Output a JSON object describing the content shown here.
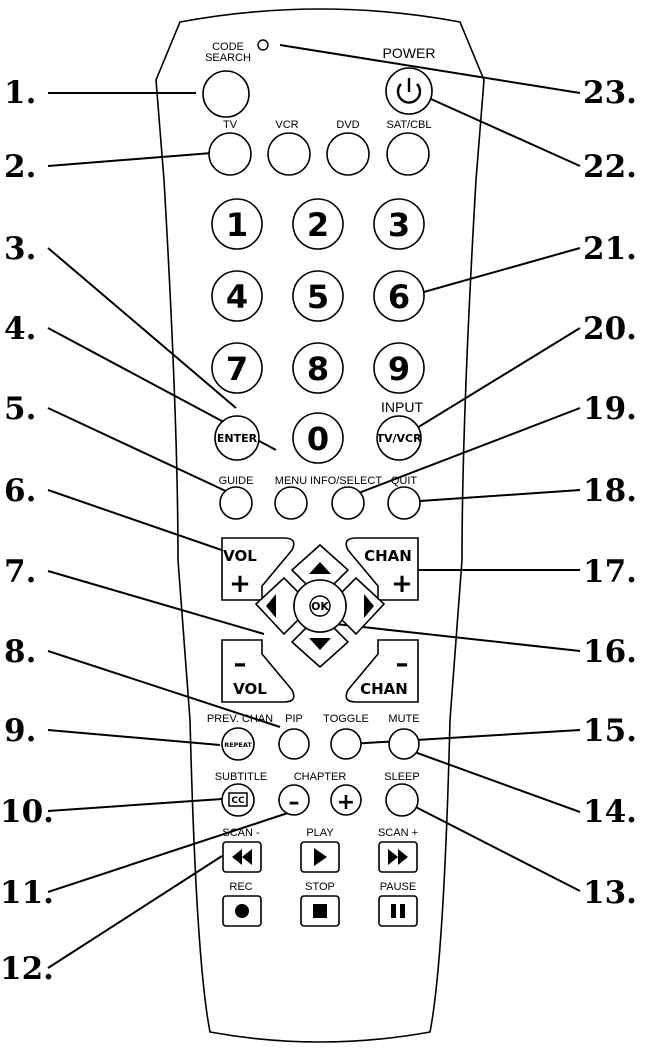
{
  "callouts": [
    {
      "n": "1."
    },
    {
      "n": "2."
    },
    {
      "n": "3."
    },
    {
      "n": "4."
    },
    {
      "n": "5."
    },
    {
      "n": "6."
    },
    {
      "n": "7."
    },
    {
      "n": "8."
    },
    {
      "n": "9."
    },
    {
      "n": "10."
    },
    {
      "n": "11."
    },
    {
      "n": "12."
    },
    {
      "n": "23."
    },
    {
      "n": "22."
    },
    {
      "n": "21."
    },
    {
      "n": "20."
    },
    {
      "n": "19."
    },
    {
      "n": "18."
    },
    {
      "n": "17."
    },
    {
      "n": "16."
    },
    {
      "n": "15."
    },
    {
      "n": "14."
    },
    {
      "n": "13."
    }
  ],
  "labels": {
    "code_search_1": "CODE",
    "code_search_2": "SEARCH",
    "power": "POWER",
    "tv": "TV",
    "vcr": "VCR",
    "dvd": "DVD",
    "satcbl": "SAT/CBL",
    "input": "INPUT",
    "guide": "GUIDE",
    "menu": "MENU",
    "info_select": "INFO/SELECT",
    "quit": "QUIT",
    "prev_chan": "PREV. CHAN",
    "pip": "PIP",
    "toggle": "TOGGLE",
    "mute": "MUTE",
    "subtitle": "SUBTITLE",
    "chapter": "CHAPTER",
    "sleep": "SLEEP",
    "scan_minus": "SCAN -",
    "play": "PLAY",
    "scan_plus": "SCAN +",
    "rec": "REC",
    "stop": "STOP",
    "pause": "PAUSE"
  },
  "buttons": {
    "digits": [
      "1",
      "2",
      "3",
      "4",
      "5",
      "6",
      "7",
      "8",
      "9",
      "0"
    ],
    "enter": "ENTER",
    "tvvcr": "TV/VCR",
    "vol": "VOL",
    "chan": "CHAN",
    "plus": "+",
    "minus": "–",
    "ok": "OK",
    "repeat": "REPEAT",
    "cc": "CC",
    "chapter_minus": "–",
    "chapter_plus": "+"
  },
  "icons": {
    "power": "power-icon",
    "up": "arrow-up-icon",
    "down": "arrow-down-icon",
    "left": "arrow-left-icon",
    "right": "arrow-right-icon",
    "rewind": "rewind-icon",
    "play": "play-icon",
    "fast_forward": "fast-forward-icon",
    "record": "record-icon",
    "stop": "stop-icon",
    "pause": "pause-icon"
  }
}
